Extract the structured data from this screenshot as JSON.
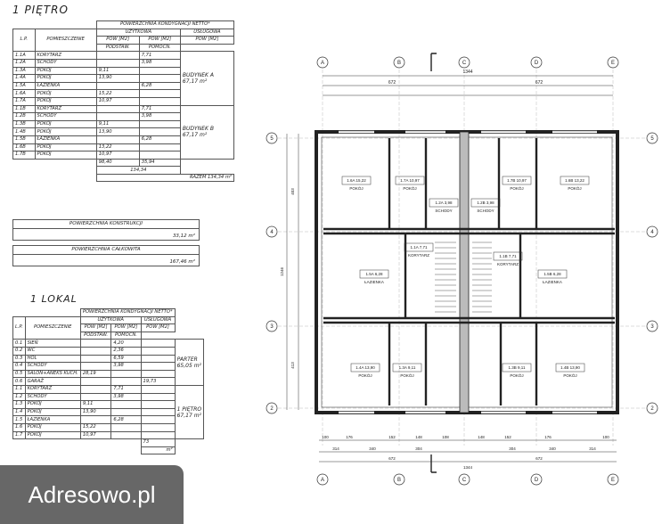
{
  "floor_title": "1 PIĘTRO",
  "table_top": {
    "header_main": "POWIERZCHNIA KONDYGNACJI NETTO*",
    "col_lp": "L.P.",
    "col_name": "POMIESZCZENIE",
    "col_usable": "UŻYTKOWA",
    "col_service": "USŁUGOWA",
    "col_pow": "POW [M2]",
    "col_basic": "PODSTAW.",
    "col_aux": "POMOCN.",
    "rows": [
      {
        "lp": "1.1A",
        "name": "KORYTARZ",
        "basic": "",
        "aux": "7,71"
      },
      {
        "lp": "1.2A",
        "name": "SCHODY",
        "basic": "",
        "aux": "3,98"
      },
      {
        "lp": "1.3A",
        "name": "POKÓJ",
        "basic": "9,11",
        "aux": ""
      },
      {
        "lp": "1.4A",
        "name": "POKÓJ",
        "basic": "13,90",
        "aux": ""
      },
      {
        "lp": "1.5A",
        "name": "ŁAZIENKA",
        "basic": "",
        "aux": "6,28"
      },
      {
        "lp": "1.6A",
        "name": "POKÓJ",
        "basic": "15,22",
        "aux": ""
      },
      {
        "lp": "1.7A",
        "name": "POKÓJ",
        "basic": "10,97",
        "aux": ""
      },
      {
        "lp": "1.1B",
        "name": "KORYTARZ",
        "basic": "",
        "aux": "7,71"
      },
      {
        "lp": "1.2B",
        "name": "SCHODY",
        "basic": "",
        "aux": "3,98"
      },
      {
        "lp": "1.3B",
        "name": "POKÓJ",
        "basic": "9,11",
        "aux": ""
      },
      {
        "lp": "1.4B",
        "name": "POKÓJ",
        "basic": "13,90",
        "aux": ""
      },
      {
        "lp": "1.5B",
        "name": "ŁAZIENKA",
        "basic": "",
        "aux": "6,28"
      },
      {
        "lp": "1.6B",
        "name": "POKÓJ",
        "basic": "13,22",
        "aux": ""
      },
      {
        "lp": "1.7B",
        "name": "POKÓJ",
        "basic": "10,97",
        "aux": ""
      }
    ],
    "building_a": "BUDYNEK A",
    "building_a_area": "67,17 m²",
    "building_b": "BUDYNEK B",
    "building_b_area": "67,17 m²",
    "sum_basic": "98,40",
    "sum_aux": "35,94",
    "sum_total": "134,34",
    "razem": "RAZEM 134,34 m²"
  },
  "construction": {
    "label": "POWIERZCHNIA KONSTRUKCJI",
    "value": "33,12 m²"
  },
  "total": {
    "label": "POWIERZCHNIA CAŁKOWITA",
    "value": "167,46 m²"
  },
  "lokal_title": "1 LOKAL",
  "table_bottom": {
    "header_main": "POWIERZCHNIA KONDYGNACJI NETTO*",
    "rows": [
      {
        "lp": "0.1",
        "name": "SIEŃ",
        "basic": "",
        "aux": "4,20",
        "svc": ""
      },
      {
        "lp": "0.2",
        "name": "WC",
        "basic": "",
        "aux": "2,36",
        "svc": ""
      },
      {
        "lp": "0.3",
        "name": "HOL",
        "basic": "",
        "aux": "6,59",
        "svc": ""
      },
      {
        "lp": "0.4",
        "name": "SCHODY",
        "basic": "",
        "aux": "3,98",
        "svc": ""
      },
      {
        "lp": "0.5",
        "name": "SALON+ANEKS KUCH.",
        "basic": "28,19",
        "aux": "",
        "svc": ""
      },
      {
        "lp": "0.6",
        "name": "GARAŻ",
        "basic": "",
        "aux": "",
        "svc": "19,73"
      },
      {
        "lp": "1.1",
        "name": "KORYTARZ",
        "basic": "",
        "aux": "7,71",
        "svc": ""
      },
      {
        "lp": "1.2",
        "name": "SCHODY",
        "basic": "",
        "aux": "3,98",
        "svc": ""
      },
      {
        "lp": "1.3",
        "name": "POKÓJ",
        "basic": "9,11",
        "aux": "",
        "svc": ""
      },
      {
        "lp": "1.4",
        "name": "POKÓJ",
        "basic": "13,90",
        "aux": "",
        "svc": ""
      },
      {
        "lp": "1.5",
        "name": "ŁAZIENKA",
        "basic": "",
        "aux": "6,28",
        "svc": ""
      },
      {
        "lp": "1.6",
        "name": "POKÓJ",
        "basic": "15,22",
        "aux": "",
        "svc": ""
      },
      {
        "lp": "1.7",
        "name": "POKÓJ",
        "basic": "10,97",
        "aux": "",
        "svc": ""
      }
    ],
    "parter": "PARTER",
    "parter_area": "65,05 m²",
    "pietro": "1 PIĘTRO",
    "pietro_area": "67,17 m²",
    "tail_svc": "73",
    "tail_unit": "m²"
  },
  "plan": {
    "axes_top": [
      "A",
      "B",
      "C",
      "D",
      "E"
    ],
    "axes_side": [
      "5",
      "4",
      "3",
      "2"
    ],
    "top_dims": [
      "1344",
      "672",
      "672"
    ],
    "bottom_dims": [
      "100",
      "176",
      "152",
      "148",
      "108",
      "148",
      "152",
      "176",
      "100"
    ],
    "bottom_dims2": [
      "314",
      "340",
      "304",
      "304",
      "340",
      "314"
    ],
    "bottom_dims3": [
      "672",
      "672",
      "1344"
    ],
    "left_dims": [
      "403",
      "413",
      "1246"
    ],
    "rooms": [
      {
        "code": "1.6A",
        "area": "15,22",
        "name": "POKÓJ"
      },
      {
        "code": "1.7A",
        "area": "10,97",
        "name": "POKÓJ"
      },
      {
        "code": "1.2A",
        "area": "3,98",
        "name": "SCHODY"
      },
      {
        "code": "1.2B",
        "area": "3,98",
        "name": "SCHODY"
      },
      {
        "code": "1.7B",
        "area": "10,97",
        "name": "POKÓJ"
      },
      {
        "code": "1.6B",
        "area": "13,22",
        "name": "POKÓJ"
      },
      {
        "code": "1.1A",
        "area": "7,71",
        "name": "KORYTARZ"
      },
      {
        "code": "1.1B",
        "area": "7,71",
        "name": "KORYTARZ"
      },
      {
        "code": "1.5A",
        "area": "6,28",
        "name": "ŁAZIENKA"
      },
      {
        "code": "1.5B",
        "area": "6,28",
        "name": "ŁAZIENKA"
      },
      {
        "code": "1.4A",
        "area": "13,90",
        "name": "POKÓJ"
      },
      {
        "code": "1.3A",
        "area": "9,11",
        "name": "POKÓJ"
      },
      {
        "code": "1.3B",
        "area": "9,11",
        "name": "POKÓJ"
      },
      {
        "code": "1.4B",
        "area": "13,90",
        "name": "POKÓJ"
      }
    ]
  },
  "watermark": "Adresowo.pl"
}
